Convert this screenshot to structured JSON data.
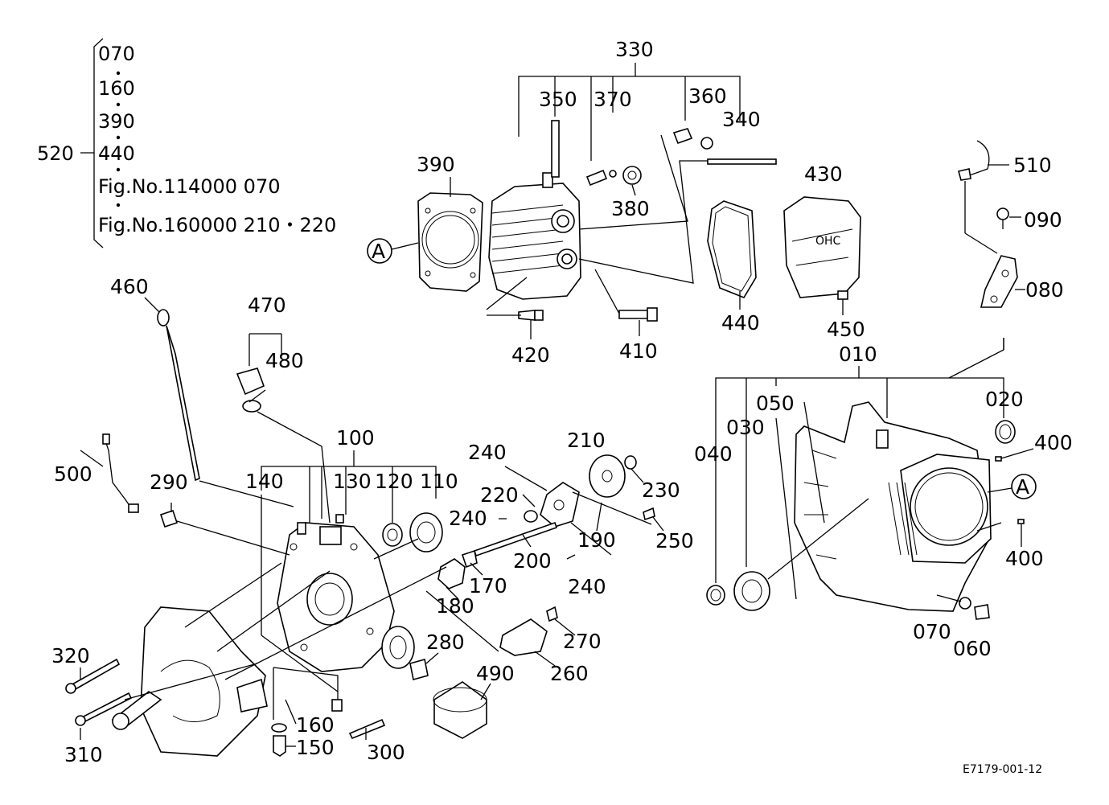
{
  "assembly_note": {
    "part": "520",
    "items": [
      "070",
      "160",
      "390",
      "440",
      "Fig.No.114000  070",
      "Fig.No.160000  210・220"
    ]
  },
  "callouts": {
    "c330": "330",
    "c350": "350",
    "c370": "370",
    "c360": "360",
    "c340": "340",
    "c390": "390",
    "c380": "380",
    "c430": "430",
    "c510": "510",
    "c090": "090",
    "c080": "080",
    "c440": "440",
    "c450": "450",
    "c420": "420",
    "c410": "410",
    "c460": "460",
    "c470": "470",
    "c480": "480",
    "c010": "010",
    "c050": "050",
    "c020": "020",
    "c030": "030",
    "c040": "040",
    "c400a": "400",
    "c400b": "400",
    "c100": "100",
    "c140": "140",
    "c130": "130",
    "c120": "120",
    "c110": "110",
    "c500": "500",
    "c290": "290",
    "c240a": "240",
    "c210": "210",
    "c230": "230",
    "c220": "220",
    "c240b": "240",
    "c190": "190",
    "c250": "250",
    "c200": "200",
    "c170": "170",
    "c180": "180",
    "c240c": "240",
    "c280": "280",
    "c270": "270",
    "c260": "260",
    "c490": "490",
    "c320": "320",
    "c310": "310",
    "c160": "160",
    "c150": "150",
    "c300": "300",
    "c070": "070",
    "c060": "060"
  },
  "markers": {
    "a1": "A",
    "a2": "A",
    "ohc": "OHC"
  },
  "drawing_ref": "E7179-001-12"
}
